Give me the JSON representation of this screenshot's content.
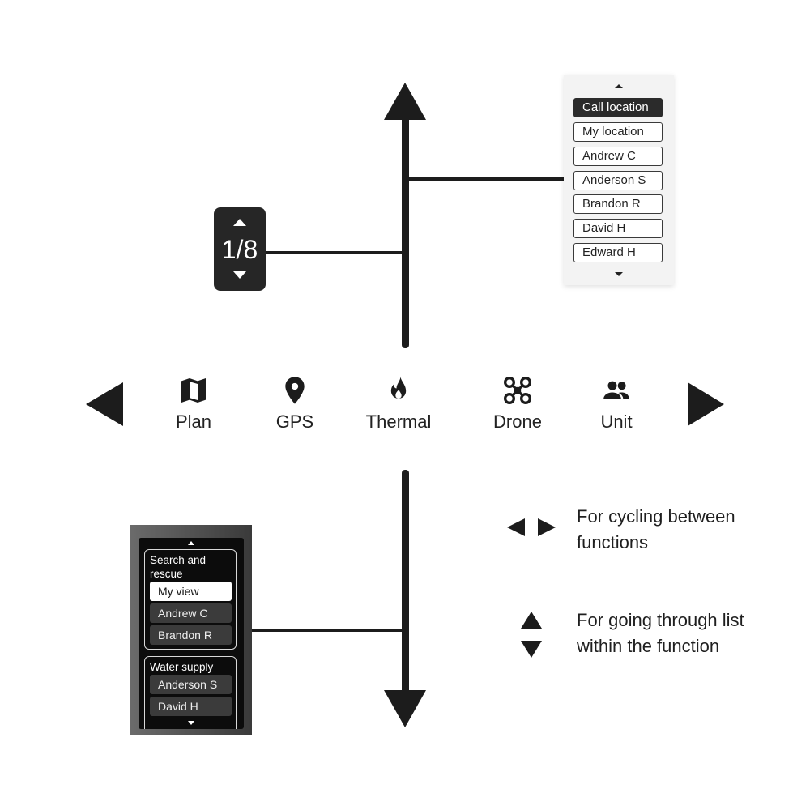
{
  "counter": {
    "value": "1/8"
  },
  "user_list": {
    "items": [
      {
        "label": "Call location",
        "selected": true
      },
      {
        "label": "My location",
        "selected": false
      },
      {
        "label": "Andrew C",
        "selected": false
      },
      {
        "label": "Anderson S",
        "selected": false
      },
      {
        "label": "Brandon R",
        "selected": false
      },
      {
        "label": "David H",
        "selected": false
      },
      {
        "label": "Edward H",
        "selected": false
      }
    ]
  },
  "functions": [
    {
      "label": "Plan",
      "icon": "map-icon"
    },
    {
      "label": "GPS",
      "icon": "location-pin-icon"
    },
    {
      "label": "Thermal",
      "icon": "flame-icon"
    },
    {
      "label": "Drone",
      "icon": "drone-icon"
    },
    {
      "label": "Unit",
      "icon": "people-icon"
    }
  ],
  "team_panel": {
    "groups": [
      {
        "title": "Search and rescue",
        "members": [
          "My view",
          "Andrew C",
          "Brandon R"
        ],
        "selected": "My view"
      },
      {
        "title": "Water supply",
        "members": [
          "Anderson S",
          "David H"
        ]
      }
    ]
  },
  "legend": {
    "cycle_text": "For cycling between functions",
    "list_text": "For going through list within the function"
  },
  "colors": {
    "dark": "#1c1c1c",
    "panel_light": "#f3f3f3",
    "panel_dark": "#0c0c0c"
  }
}
